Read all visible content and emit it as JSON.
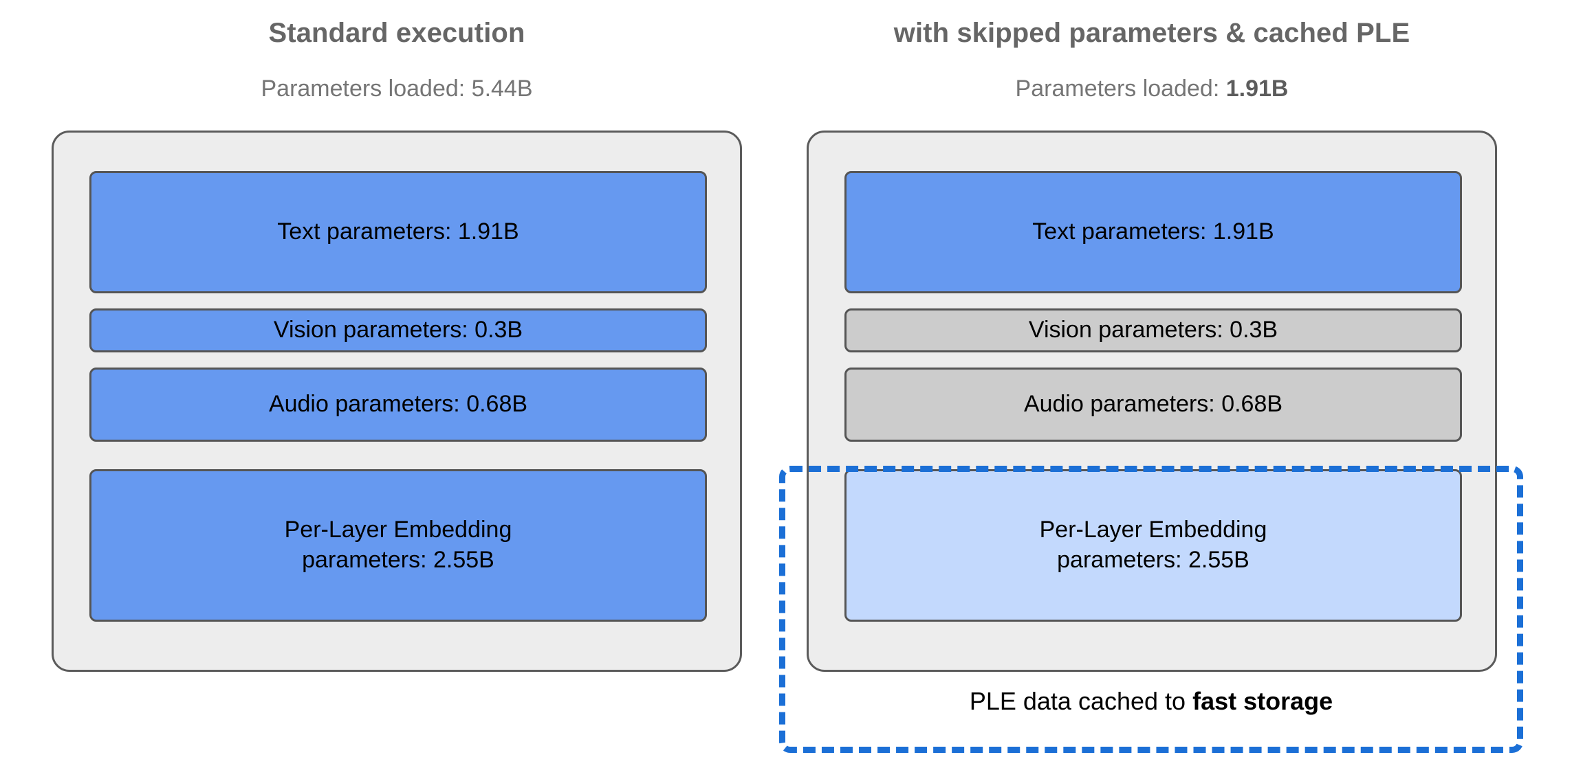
{
  "colors": {
    "active_block": "#6699F0",
    "skipped_block": "#CCCCCC",
    "cached_block": "#C3D9FD",
    "card_bg": "#EDEDED",
    "card_border": "#5B5B5B",
    "dashed_accent": "#1B6FD6",
    "title_text": "#666666",
    "subtitle_text": "#757575",
    "block_text": "#000000"
  },
  "panels": [
    {
      "id": "standard",
      "title": "Standard execution",
      "subtitle_prefix": "Parameters loaded: ",
      "subtitle_value": "5.44B",
      "subtitle_value_bold": false,
      "subtitle_full": "Parameters loaded: 5.44B",
      "blocks": [
        {
          "name": "text-parameters",
          "label": "Text parameters: 1.91B",
          "lines": [
            "Text parameters: 1.91B"
          ],
          "state": "active",
          "value": "1.91B"
        },
        {
          "name": "vision-parameters",
          "label": "Vision parameters: 0.3B",
          "lines": [
            "Vision parameters: 0.3B"
          ],
          "state": "active",
          "value": "0.3B"
        },
        {
          "name": "audio-parameters",
          "label": "Audio parameters: 0.68B",
          "lines": [
            "Audio parameters: 0.68B"
          ],
          "state": "active",
          "value": "0.68B"
        },
        {
          "name": "ple-parameters",
          "label": "Per-Layer Embedding parameters: 2.55B",
          "lines": [
            "Per-Layer Embedding",
            "parameters: 2.55B"
          ],
          "state": "active",
          "value": "2.55B"
        }
      ],
      "caption": null
    },
    {
      "id": "optimized",
      "title": "with skipped parameters & cached PLE",
      "subtitle_prefix": "Parameters loaded: ",
      "subtitle_value": "1.91B",
      "subtitle_value_bold": true,
      "subtitle_full": "Parameters loaded: 1.91B",
      "blocks": [
        {
          "name": "text-parameters",
          "label": "Text parameters: 1.91B",
          "lines": [
            "Text parameters: 1.91B"
          ],
          "state": "active",
          "value": "1.91B"
        },
        {
          "name": "vision-parameters",
          "label": "Vision parameters: 0.3B",
          "lines": [
            "Vision parameters: 0.3B"
          ],
          "state": "skipped",
          "value": "0.3B"
        },
        {
          "name": "audio-parameters",
          "label": "Audio parameters: 0.68B",
          "lines": [
            "Audio parameters: 0.68B"
          ],
          "state": "skipped",
          "value": "0.68B"
        },
        {
          "name": "ple-parameters",
          "label": "Per-Layer Embedding parameters: 2.55B",
          "lines": [
            "Per-Layer Embedding",
            "parameters: 2.55B"
          ],
          "state": "cached",
          "value": "2.55B"
        }
      ],
      "caption": {
        "prefix": "PLE data cached to ",
        "emphasis": "fast storage",
        "full": "PLE data cached to fast storage"
      }
    }
  ]
}
